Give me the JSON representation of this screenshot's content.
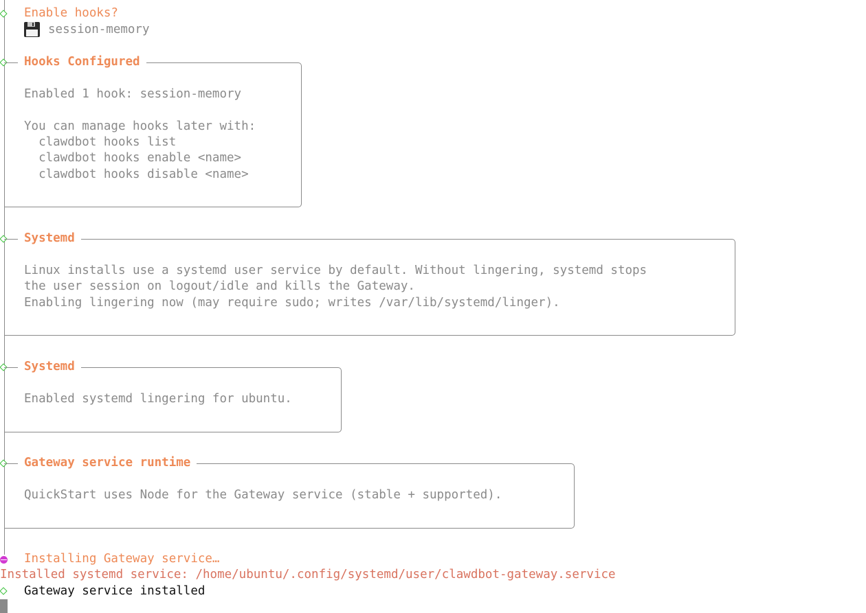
{
  "prompt": {
    "question": "Enable hooks?",
    "selected_value": "session-memory",
    "selected_icon": "floppy-disk-icon"
  },
  "boxes": {
    "hooks_configured": {
      "title": "Hooks Configured",
      "lines": [
        "Enabled 1 hook: session-memory",
        "",
        "You can manage hooks later with:",
        "  clawdbot hooks list",
        "  clawdbot hooks enable <name>",
        "  clawdbot hooks disable <name>"
      ]
    },
    "systemd_info": {
      "title": "Systemd",
      "lines": [
        "Linux installs use a systemd user service by default. Without lingering, systemd stops",
        "the user session on logout/idle and kills the Gateway.",
        "Enabling lingering now (may require sudo; writes /var/lib/systemd/linger)."
      ]
    },
    "systemd_enabled": {
      "title": "Systemd",
      "lines": [
        "Enabled systemd lingering for ubuntu."
      ]
    },
    "gateway_runtime": {
      "title": "Gateway service runtime",
      "lines": [
        "QuickStart uses Node for the Gateway service (stable + supported)."
      ]
    }
  },
  "status": {
    "installing": "Installing Gateway service…",
    "installed_path": "Installed systemd service: /home/ubuntu/.config/systemd/user/clawdbot-gateway.service",
    "done": "Gateway service installed"
  },
  "colors": {
    "accent_orange": "#ee8a57",
    "success_green": "#37c037",
    "pending_magenta": "#d23ad2",
    "muted_gray": "#8a8a8a"
  }
}
